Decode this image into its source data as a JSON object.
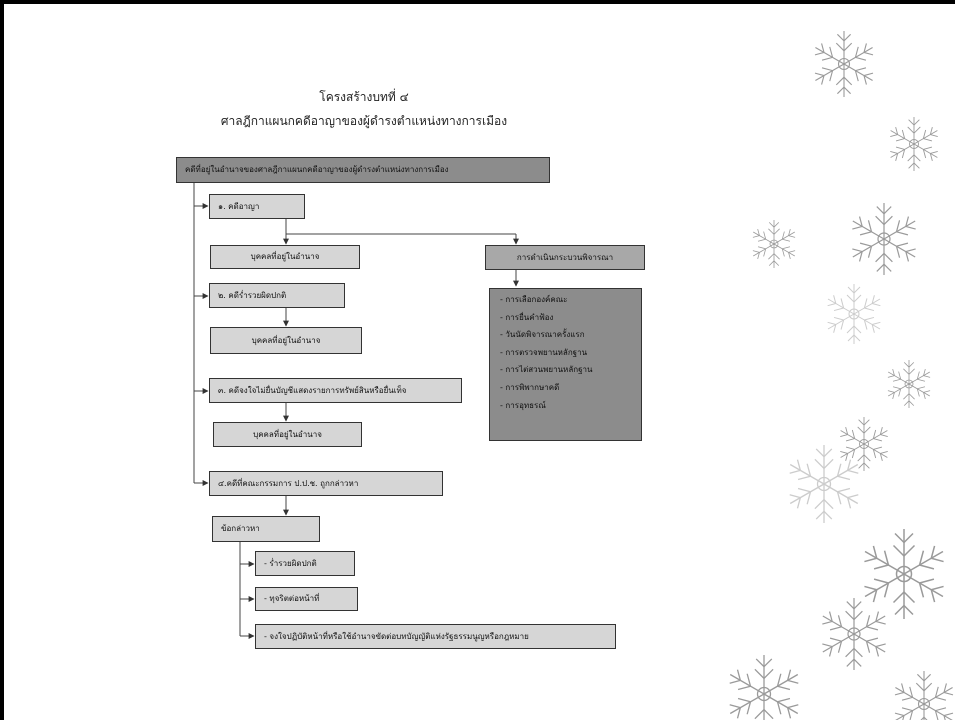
{
  "title": "โครงสร้างบทที่ ๔",
  "subtitle": "ศาลฎีกาแผนกคดีอาญาของผู้ดำรงตำแหน่งทางการเมือง",
  "root": "คดีที่อยู่ในอำนาจของศาลฎีกาแผนกคดีอาญาของผู้ดำรงตำแหน่งทางการเมือง",
  "case1": "๑. คดีอาญา",
  "persons_label": "บุคคลที่อยู่ในอำนาจ",
  "case2": "๒. คดีร่ำรวยผิดปกติ",
  "case3": "๓. คดีจงใจไม่ยื่นบัญชีแสดงรายการทรัพย์สินหรือยื่นเท็จ",
  "case4": "๔.คดีที่คณะกรรมการ ป.ป.ช. ถูกกล่าวหา",
  "process": "การดำเนินกระบวนพิจารณา",
  "process_steps": [
    "- การเลือกองค์คณะ",
    "- การยื่นคำฟ้อง",
    "- วันนัดพิจารณาครั้งแรก",
    "- การตรวจพยานหลักฐาน",
    "- การไต่สวนพยานหลักฐาน",
    "- การพิพากษาคดี",
    "- การอุทธรณ์"
  ],
  "allegation": "ข้อกล่าวหา",
  "allegations": [
    "- ร่ำรวยผิดปกติ",
    "- ทุจริตต่อหน้าที่",
    "- จงใจปฏิบัติหน้าที่หรือใช้อำนาจขัดต่อบทบัญญัติแห่งรัฐธรรมนูญหรือกฎหมาย"
  ]
}
